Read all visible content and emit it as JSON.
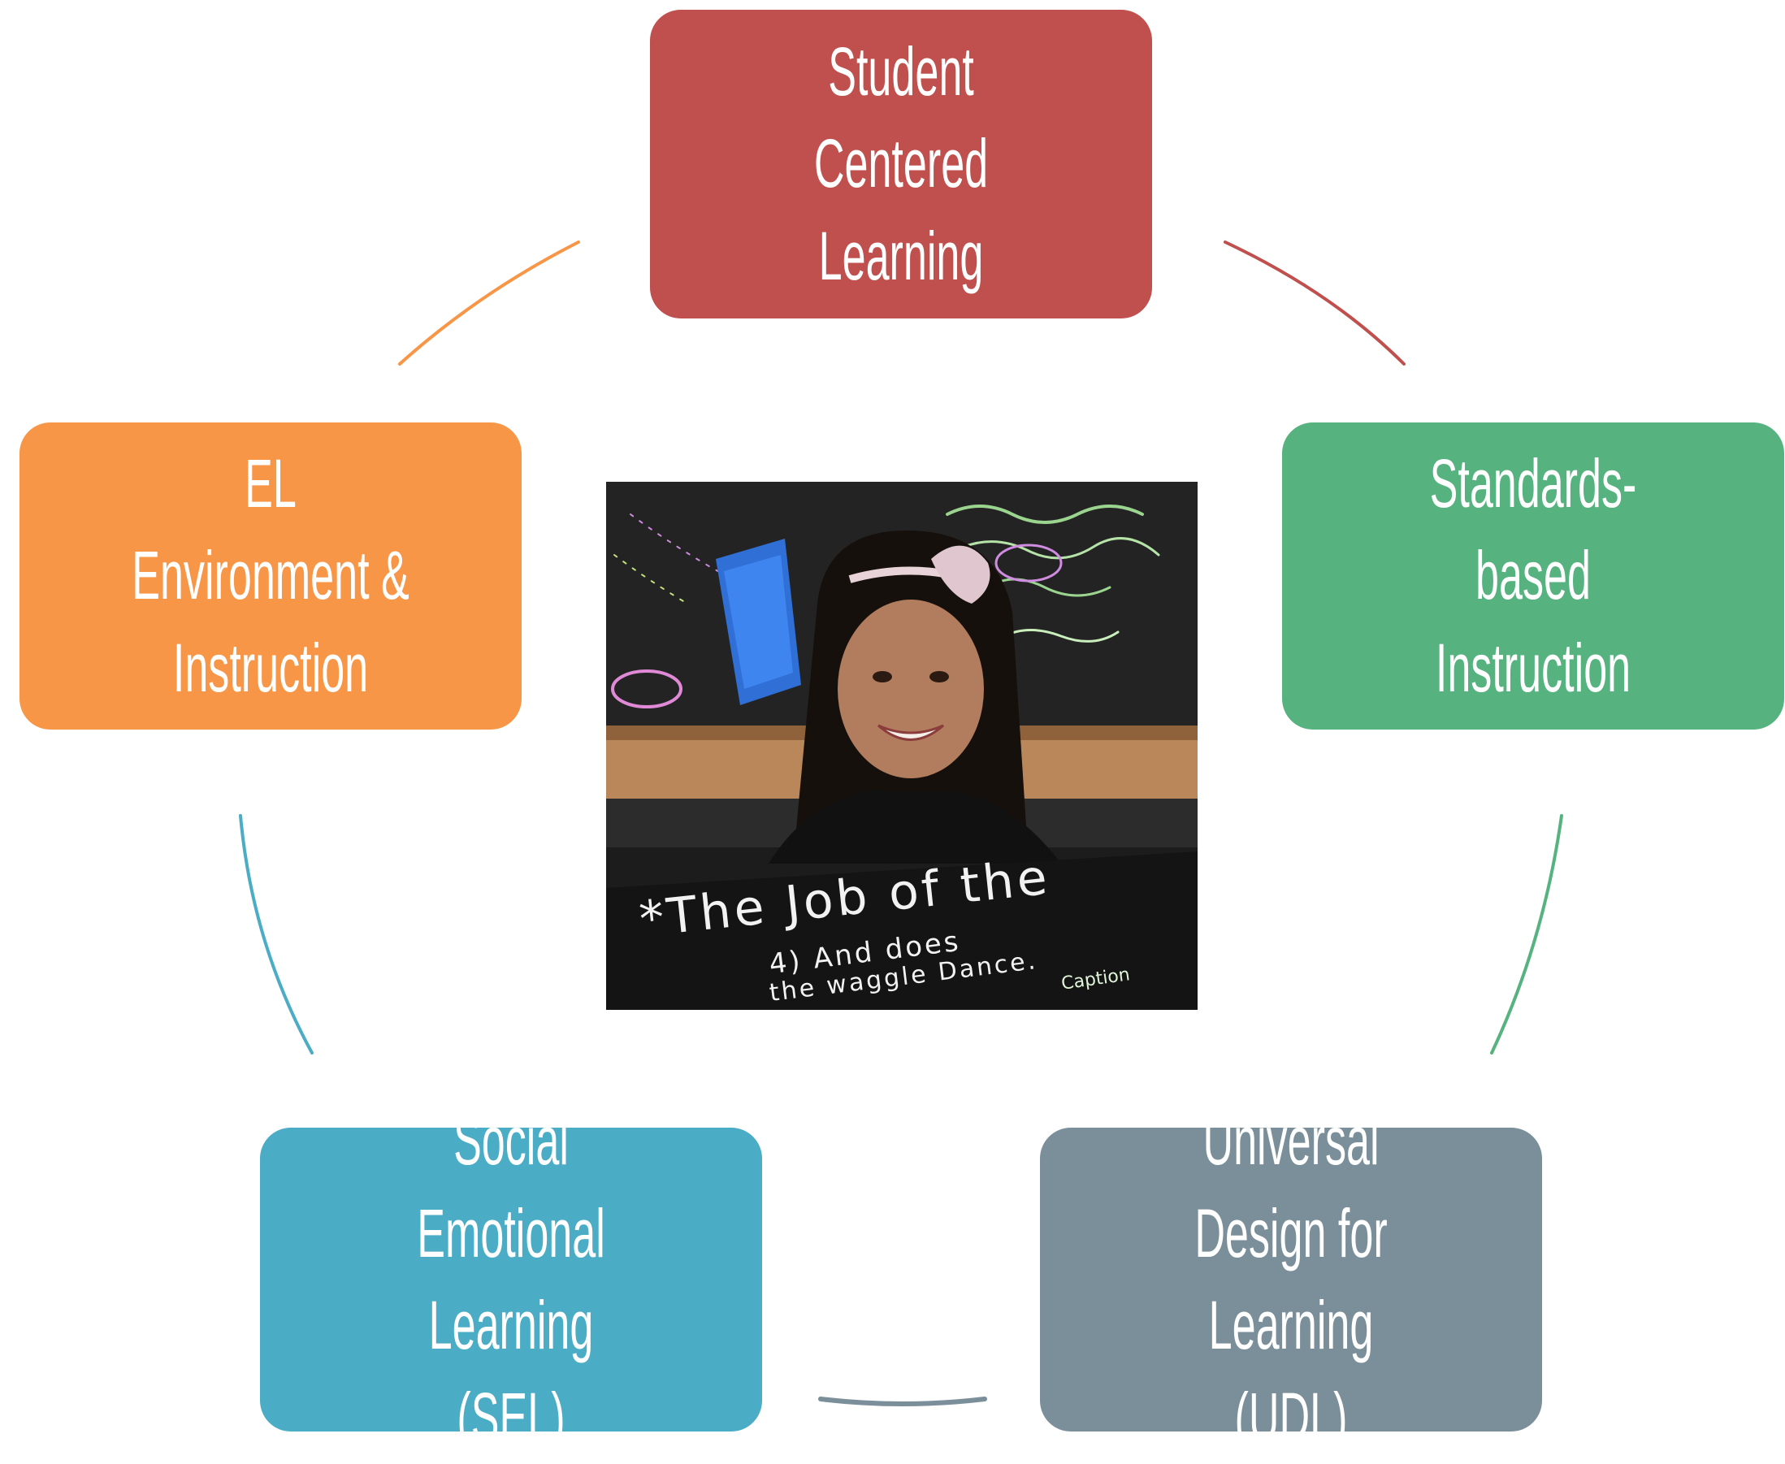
{
  "diagram": {
    "nodes": [
      {
        "id": "top",
        "label": "Student Centered Learning",
        "color": "#c0504d"
      },
      {
        "id": "right",
        "label": "Standards-based Instruction",
        "color": "#56b37f"
      },
      {
        "id": "bottom_right",
        "label": "Universal Design for Learning (UDL)",
        "color": "#7b8f9b"
      },
      {
        "id": "bottom_left",
        "label": "Social Emotional Learning (SEL)",
        "color": "#4bacc6"
      },
      {
        "id": "left",
        "label": "EL Environment & Instruction",
        "color": "#f79646"
      }
    ],
    "center_image": {
      "description_icon": "photo-icon",
      "chalkboard_text": [
        "*The Job of the",
        "4) And does",
        "the waggle Dance.",
        "Caption"
      ]
    },
    "connector_colors": [
      "#c0504d",
      "#56b37f",
      "#7b8f9b",
      "#4bacc6",
      "#f79646"
    ]
  }
}
